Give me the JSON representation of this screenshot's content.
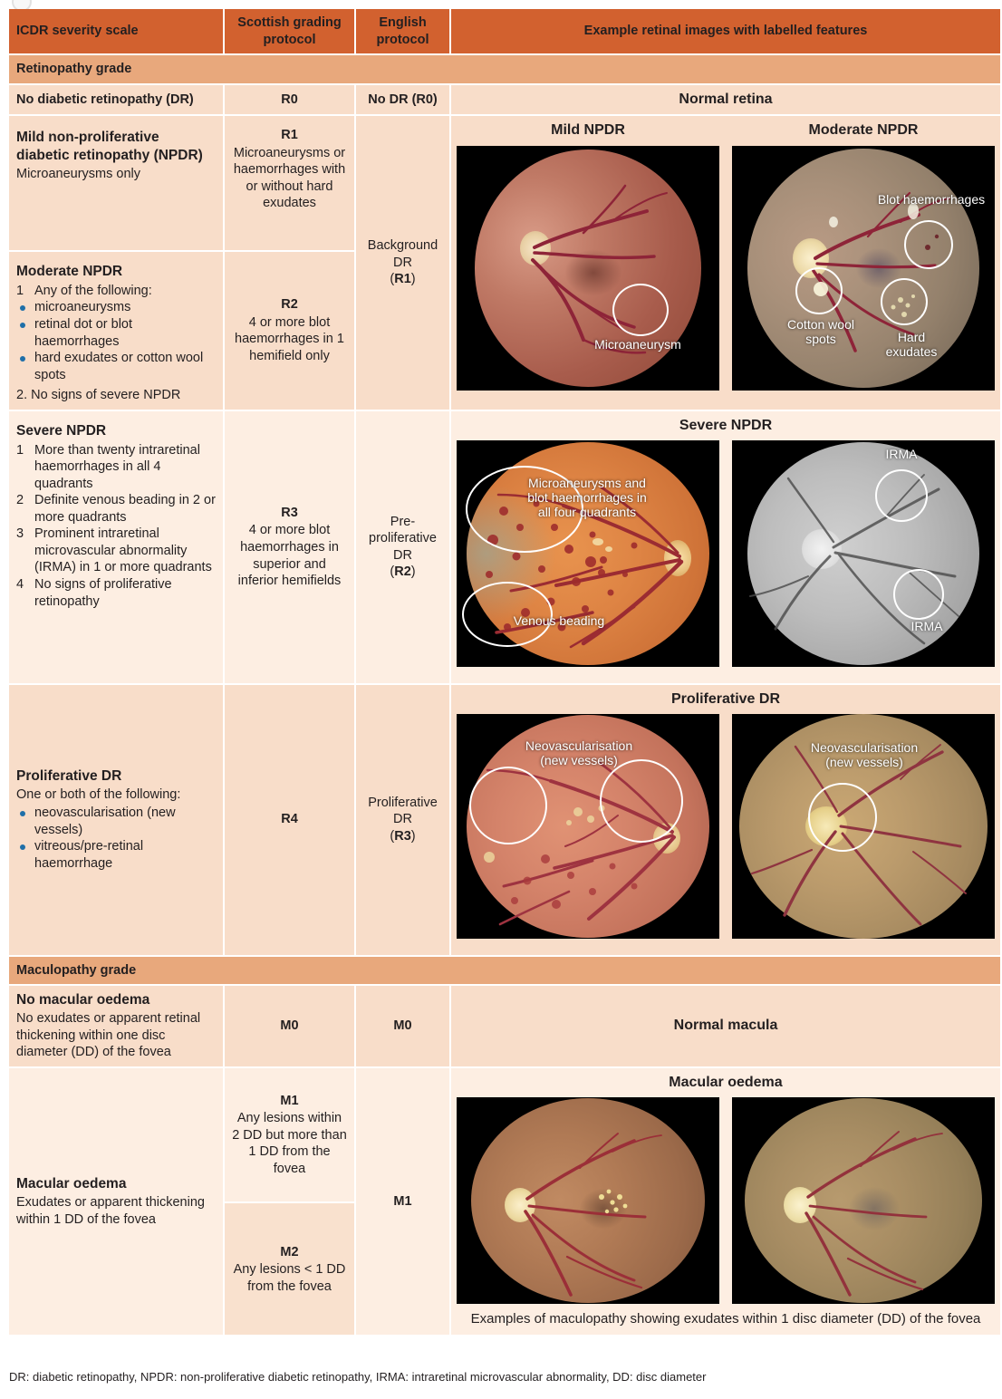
{
  "colors": {
    "header_orange": "#d2612f",
    "band_orange": "#e8a87c",
    "cell_tint_a": "#f8ddc9",
    "cell_tint_b": "#fdeee2",
    "cell_tint_c": "#f9e1ce",
    "bullet_blue": "#1f6fa8",
    "text": "#231f20"
  },
  "header": {
    "col1": "ICDR severity scale",
    "col2": "Scottish grading protocol",
    "col3": "English protocol",
    "col4": "Example retinal images with labelled features"
  },
  "bands": {
    "retinopathy": "Retinopathy grade",
    "maculopathy": "Maculopathy grade"
  },
  "rows": {
    "no_dr": {
      "icdr": "No diabetic retinopathy (DR)",
      "scottish": "R0",
      "english": "No DR (R0)",
      "example": "Normal retina"
    },
    "mild": {
      "icdr_title": "Mild non-proliferative diabetic retinopathy (NPDR)",
      "icdr_sub": "Microaneurysms only",
      "scottish_code": "R1",
      "scottish_desc": "Microaneurysms or haemorrhages with or without hard exudates"
    },
    "moderate": {
      "icdr_title": "Moderate NPDR",
      "item1_num": "1",
      "item1_text": "Any of the following:",
      "bullets": [
        "microaneurysms",
        "retinal dot or blot haemorrhages",
        "hard exudates or cotton wool spots"
      ],
      "item2_text": "2. No signs of severe NPDR",
      "scottish_code": "R2",
      "scottish_desc": "4 or more blot haemorrhages in 1 hemifield only"
    },
    "english_background": {
      "line1": "Background",
      "line2": "DR",
      "line3_code": "R1"
    },
    "severe": {
      "icdr_title": "Severe NPDR",
      "items": [
        {
          "n": "1",
          "text": "More than twenty intraretinal haemorrhages in all 4 quadrants"
        },
        {
          "n": "2",
          "text": "Definite venous beading in 2 or more quadrants"
        },
        {
          "n": "3",
          "text": "Prominent intraretinal microvascular abnormality (IRMA) in 1 or more quadrants"
        },
        {
          "n": "4",
          "text": "No signs of proliferative retinopathy"
        }
      ],
      "scottish_code": "R3",
      "scottish_desc": "4 or more blot haemorrhages in superior and inferior hemifields",
      "english_line1": "Pre-",
      "english_line2": "proliferative",
      "english_line3": "DR",
      "english_code": "R2"
    },
    "proliferative": {
      "icdr_title": "Proliferative DR",
      "icdr_lead": "One or both of the following:",
      "bullets": [
        "neovascularisation (new vessels)",
        "vitreous/pre-retinal haemorrhage"
      ],
      "scottish_code": "R4",
      "english_line1": "Proliferative",
      "english_line2": "DR",
      "english_code": "R3"
    },
    "no_macular_oedema": {
      "icdr_title": "No macular oedema",
      "icdr_sub": "No exudates or apparent retinal thickening within one disc diameter (DD) of the fovea",
      "scottish": "M0",
      "english": "M0",
      "example": "Normal macula"
    },
    "macular_oedema": {
      "icdr_title": "Macular oedema",
      "icdr_sub": "Exudates or apparent thickening within 1 DD of the fovea",
      "scottish_m1_code": "M1",
      "scottish_m1_desc": "Any lesions within 2 DD but more than 1 DD from the fovea",
      "scottish_m2_code": "M2",
      "scottish_m2_desc": "Any lesions < 1 DD from the fovea",
      "english": "M1"
    }
  },
  "figures": {
    "mild_moderate": {
      "left_title": "Mild NPDR",
      "right_title": "Moderate NPDR",
      "left_labels": [
        "Microaneurysm"
      ],
      "right_labels": [
        "Blot haemorrhages",
        "Cotton wool\nspots",
        "Hard\nexudates"
      ]
    },
    "severe": {
      "title": "Severe NPDR",
      "left_labels": [
        "Microaneurysms and\nblot haemorrhages in\nall four quadrants",
        "Venous beading"
      ],
      "right_labels": [
        "IRMA",
        "IRMA"
      ]
    },
    "proliferative": {
      "title": "Proliferative DR",
      "left_labels": [
        "Neovascularisation\n(new vessels)"
      ],
      "right_labels": [
        "Neovascularisation\n(new vessels)"
      ]
    },
    "macular": {
      "title": "Macular oedema",
      "caption": "Examples of maculopathy showing exudates within 1 disc diameter (DD) of the fovea"
    }
  },
  "footnote": "DR: diabetic retinopathy, NPDR: non-proliferative diabetic retinopathy, IRMA: intraretinal microvascular abnormality, DD: disc diameter"
}
